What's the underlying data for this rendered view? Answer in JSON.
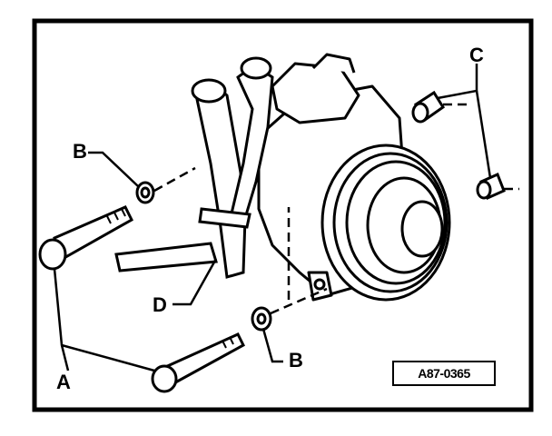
{
  "figure": {
    "id_label": "A87-0365",
    "callouts": {
      "a": "A",
      "b_upper": "B",
      "b_lower": "B",
      "c": "C",
      "d": "D"
    }
  }
}
